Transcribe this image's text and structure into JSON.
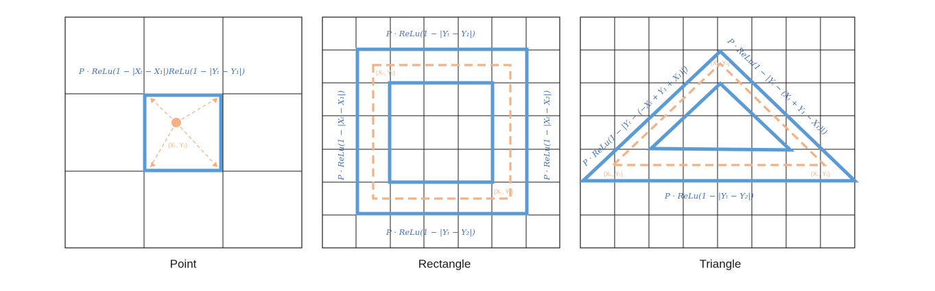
{
  "panels": {
    "point": {
      "caption": "Point",
      "formula": "P · ReLu(1 − |Xₜ − X₁|)ReLu(1 − |Yₜ − Y₁|)",
      "coord_label": "(Xₜ, Yₜ)"
    },
    "rectangle": {
      "caption": "Rectangle",
      "formula_top": "P · ReLu(1 − |Yₜ − Y₁|)",
      "formula_bottom": "P · ReLu(1 − |Yₜ − Y₂|)",
      "formula_left": "P · ReLu(1 − |Xₜ − X₁|)",
      "formula_right": "P · ReLu(1 − |Xₜ − X₂|)",
      "coord_top_left": "(Xₜ, Yₜ)",
      "coord_bottom_right": "(Xₜ, Yₜ)"
    },
    "triangle": {
      "caption": "Triangle",
      "formula_left": "P · ReLu(1 − |Yₜ − (−Xₜ + Y₁ + X₁)|)",
      "formula_right": "P · ReLu(1 − |Yₜ − (Xₜ + Y₁ − X₁)|)",
      "formula_bottom": "P · ReLu(1 − |Yₜ − Y₂|)",
      "coord_apex": "(Xₜ, Yₜ)",
      "coord_bottom_left": "(Xₜ, Yₜ)",
      "coord_bottom_right": "(Xₜ, Yₜ)"
    }
  },
  "colors": {
    "shape_stroke": "#5b9bd5",
    "dashed_stroke": "#f4b183",
    "formula_text": "#4472c4",
    "grid": "#1a1a1a"
  }
}
